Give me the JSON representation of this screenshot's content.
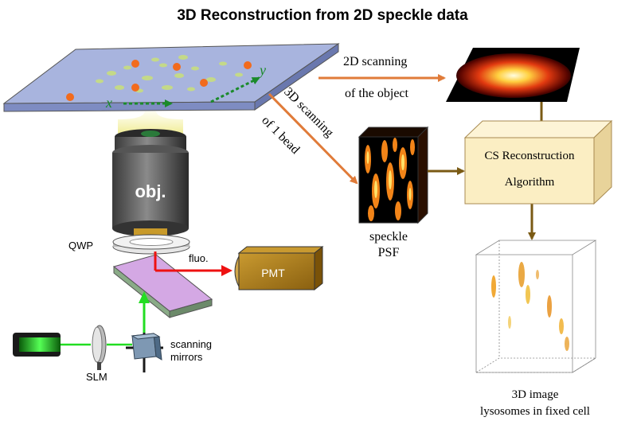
{
  "title": "3D Reconstruction from 2D speckle data",
  "sample": {
    "axis_x": "x",
    "axis_y": "y"
  },
  "objective": {
    "label": "obj."
  },
  "qwp": {
    "label": "QWP"
  },
  "fluo": {
    "label": "fluo."
  },
  "pmt": {
    "label": "PMT"
  },
  "slm": {
    "label": "SLM"
  },
  "scanning_mirrors": {
    "line1": "scanning",
    "line2": "mirrors"
  },
  "scan2d": {
    "line1": "2D scanning",
    "line2": "of the object"
  },
  "scan3d": {
    "line1": "3D scanning",
    "line2": "of 1 bead"
  },
  "psf": {
    "line1": "speckle",
    "line2": "PSF"
  },
  "cs_box": {
    "line1": "CS Reconstruction",
    "line2": "Algorithm"
  },
  "result": {
    "line1": "3D image",
    "line2": "lysosomes in fixed cell"
  },
  "colors": {
    "orange_arrow": "#e07b39",
    "brown_arrow": "#7a5a14",
    "laser_green": "#22dd22",
    "fluo_red": "#ee1111",
    "pmt_gold": "#a8781a",
    "cs_box_fill": "#fbeec3",
    "slide_fill": "#a8b4de",
    "bead_orange": "#f26b1d"
  }
}
